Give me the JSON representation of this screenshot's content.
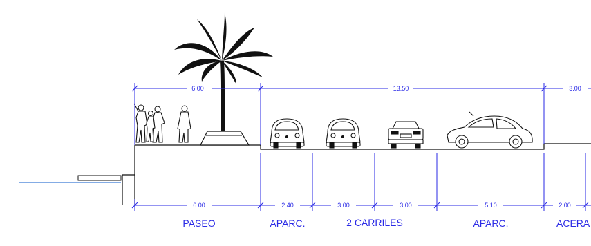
{
  "colors": {
    "dimension": "#2a2ae6",
    "ink": "#111111",
    "water_line": "#3a7bd5"
  },
  "dimensions_top": [
    "6.00",
    "13.50",
    "3.00"
  ],
  "dimensions_bottom": [
    "6.00",
    "2.40",
    "3.00",
    "3.00",
    "5.10",
    "2.00"
  ],
  "zones": [
    "PASEO",
    "APARC.",
    "2 CARRILES",
    "APARC.",
    "ACERA"
  ],
  "icons": [
    "palm-tree-icon",
    "pedestrians-icon",
    "car-front-icon",
    "car-rear-icon",
    "car-side-icon"
  ]
}
